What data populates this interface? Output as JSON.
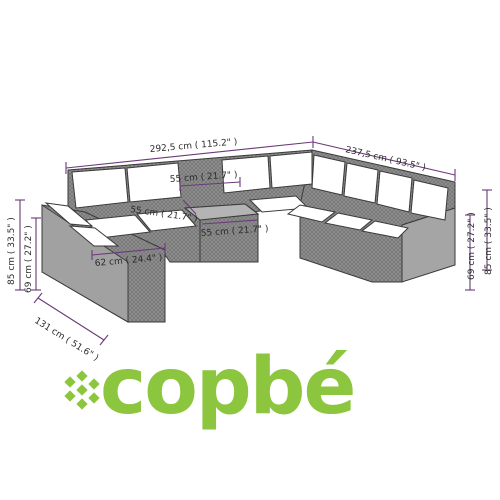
{
  "dimensions": {
    "total_width": "292,5 cm ( 115.2\" )",
    "side_length": "237,5 cm ( 93.5\" )",
    "table_length": "55 cm ( 21.7\" )",
    "table_depth": "55 cm ( 21.7\" )",
    "table_width": "55 cm ( 21.7\" )",
    "seat_depth": "62 cm ( 24.4\" )",
    "height_left": "85 cm ( 33.5\" )",
    "seat_height_left": "69 cm ( 27.2\" )",
    "depth_left": "131 cm ( 51.6\" )",
    "seat_height_right": "69 cm ( 27.2\" )",
    "height_right": "85 cm ( 33.5\" )"
  },
  "brand": {
    "logo_text": "copbé",
    "color": "#8cc63f"
  },
  "colors": {
    "dimension_line": "#6b3a7a",
    "sofa_body": "#9a9a9a",
    "cushion": "#ffffff"
  }
}
